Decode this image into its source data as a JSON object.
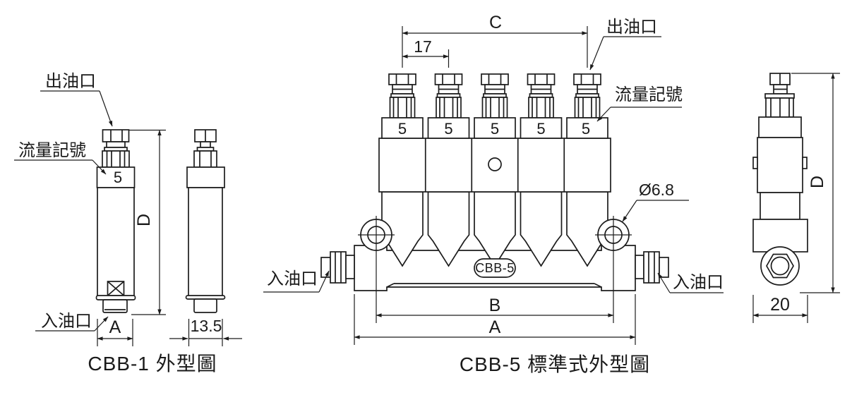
{
  "views": {
    "cbb1": {
      "caption": "CBB-1 外型圖",
      "outlet_label": "出油口",
      "flow_mark_label": "流量記號",
      "inlet_label": "入油口",
      "flow_value": "5",
      "dim_height": "D",
      "dim_width": "A",
      "dim_side_width": "13.5"
    },
    "cbb5": {
      "caption": "CBB-5 標準式外型圖",
      "plate": "CBB-5",
      "outlet_label": "出油口",
      "flow_mark_label": "流量記號",
      "inlet_left_label": "入油口",
      "inlet_right_label": "入油口",
      "flow_values": [
        "5",
        "5",
        "5",
        "5",
        "5"
      ],
      "dim_span": "C",
      "dim_pitch": "17",
      "dim_bolt_span": "B",
      "dim_total": "A",
      "dim_hole": "Ø6.8"
    },
    "side": {
      "dim_height": "D",
      "dim_width": "20"
    }
  }
}
